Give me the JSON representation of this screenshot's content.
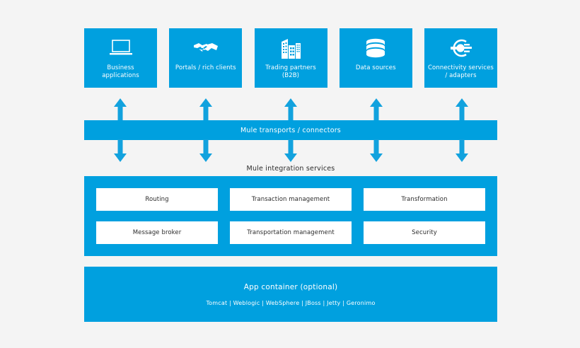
{
  "theme": {
    "background": "#f4f4f4",
    "accent_blue": "#00a0df",
    "box_white": "#ffffff",
    "text_dark": "#2b2b2b",
    "text_light": "#ffffff"
  },
  "sources": {
    "items": [
      {
        "label": "Business\napplications",
        "icon": "laptop-icon"
      },
      {
        "label": "Portals / rich clients",
        "icon": "handshake-icon"
      },
      {
        "label": "Trading partners\n(B2B)",
        "icon": "buildings-icon"
      },
      {
        "label": "Data sources",
        "icon": "database-icon"
      },
      {
        "label": "Connectivity services\n/ adapters",
        "icon": "connector-icon"
      }
    ]
  },
  "transport": {
    "label": "Mule transports / connectors"
  },
  "integration": {
    "title": "Mule integration services",
    "services": [
      [
        "Routing",
        "Transaction management",
        "Transformation"
      ],
      [
        "Message broker",
        "Transportation management",
        "Security"
      ]
    ]
  },
  "app_container": {
    "title": "App container (optional)",
    "subtitle": "Tomcat  |  Weblogic  |  WebSphere  |  JBoss  |  Jetty  |  Geronimo"
  }
}
